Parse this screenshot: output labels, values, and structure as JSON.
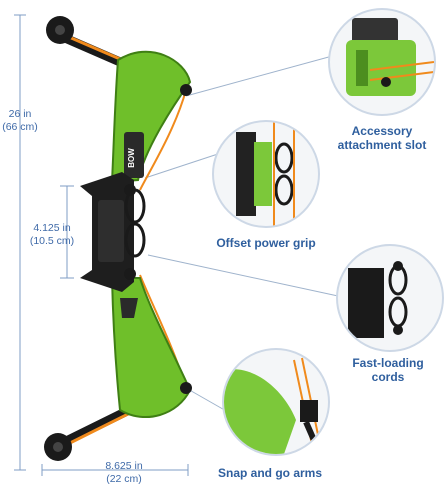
{
  "dimensions": {
    "height_in": "26 in",
    "height_cm": "(66 cm)",
    "grip_in": "4.125 in",
    "grip_cm": "(10.5 cm)",
    "width_in": "8.625 in",
    "width_cm": "(22 cm)"
  },
  "features": [
    {
      "id": "accessory",
      "line1": "Accessory",
      "line2": "attachment slot"
    },
    {
      "id": "grip",
      "line1": "Offset power grip",
      "line2": ""
    },
    {
      "id": "cords",
      "line1": "Fast-loading",
      "line2": "cords"
    },
    {
      "id": "arms",
      "line1": "Snap and go arms",
      "line2": ""
    }
  ],
  "bow_text": "BOW",
  "colors": {
    "limb_green": "#6fbf2a",
    "limb_dark": "#3f7f14",
    "arm_black": "#1a1a1a",
    "string_orange": "#f08a1c",
    "dim_blue": "#3f6aa8",
    "callout_line": "#9fb3cc"
  }
}
